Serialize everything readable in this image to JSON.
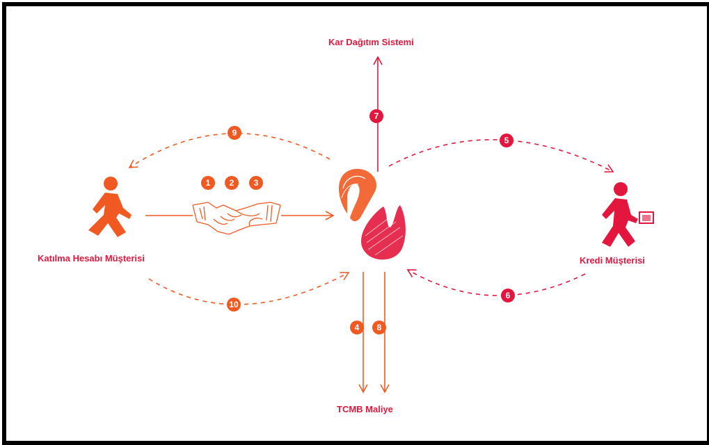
{
  "colors": {
    "orange": "#f05a22",
    "red": "#e3173e",
    "border": "#000000"
  },
  "nodes": {
    "depositor": {
      "label": "Katılma  Hesabı Müşterisi",
      "icon": "running-person-icon"
    },
    "credit_customer": {
      "label": "Kredi Müşterisi",
      "icon": "running-person-with-briefcase-icon"
    },
    "profit_system": {
      "label": "Kar  Dağıtım Sistemi"
    },
    "central_bank": {
      "label": "TCMB Maliye"
    },
    "bank": {
      "icon": "bank-logo-icon"
    },
    "agreement": {
      "icon": "handshake-icon"
    }
  },
  "steps": [
    "1",
    "2",
    "3",
    "4",
    "5",
    "6",
    "7",
    "8",
    "9",
    "10"
  ]
}
